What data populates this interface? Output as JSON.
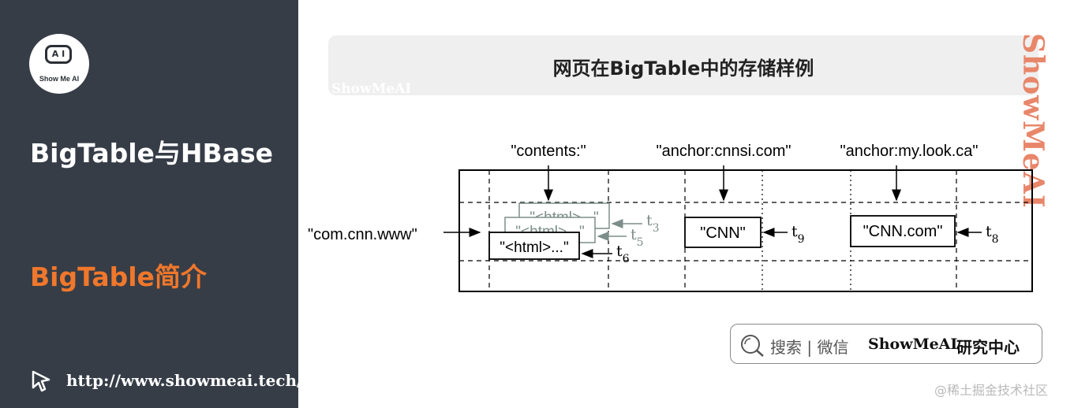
{
  "sidebar": {
    "logo_text": "Show Me AI",
    "logo_face": "A I",
    "title": "BigTable与HBase",
    "subtitle": "BigTable简介",
    "url": "http://www.showmeai.tech/"
  },
  "header": {
    "title": "网页在BigTable中的存储样例",
    "watermark": "ShowMeAI"
  },
  "side_watermark": "ShowMeAI",
  "diagram": {
    "columns": [
      "\"contents:\"",
      "\"anchor:cnnsi.com\"",
      "\"anchor:my.look.ca\""
    ],
    "row_key": "\"com.cnn.www\"",
    "contents_versions": [
      {
        "value": "\"<html>...\"",
        "t": "t",
        "sub": "3"
      },
      {
        "value": "\"<html>...\"",
        "t": "t",
        "sub": "5"
      },
      {
        "value": "\"<html>...\"",
        "t": "t",
        "sub": "6"
      }
    ],
    "anchor_cnnsi": {
      "value": "\"CNN\"",
      "t": "t",
      "sub": "9"
    },
    "anchor_mylook": {
      "value": "\"CNN.com\"",
      "t": "t",
      "sub": "8"
    }
  },
  "search": {
    "label": "搜索 | 微信",
    "brand": "ShowMeAI",
    "brand_suffix": "研究中心"
  },
  "credit": "@稀土掘金技术社区",
  "colors": {
    "sidebar_bg": "#363d47",
    "accent_orange": "#f0772b",
    "watermark": "#e8866a"
  }
}
